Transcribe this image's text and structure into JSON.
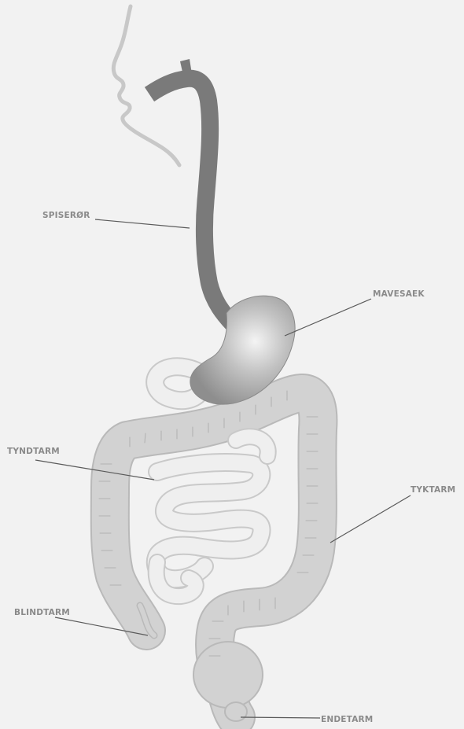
{
  "diagram": {
    "labels": {
      "spiseror": "SPISERØR",
      "mavesaek": "MAVESAEK",
      "tyndtarm": "TYNDTARM",
      "tyktarm": "TYKTARM",
      "blindtarm": "BLINDTARM",
      "endetarm": "ENDETARM"
    }
  },
  "colors": {
    "background": "#f2f2f2",
    "esophagus": "#7a7a7a",
    "large_intestine": "#d2d2d2",
    "small_intestine": "#efefef",
    "label_text": "#8a8a8a",
    "leader_line": "#5a5a5a"
  }
}
